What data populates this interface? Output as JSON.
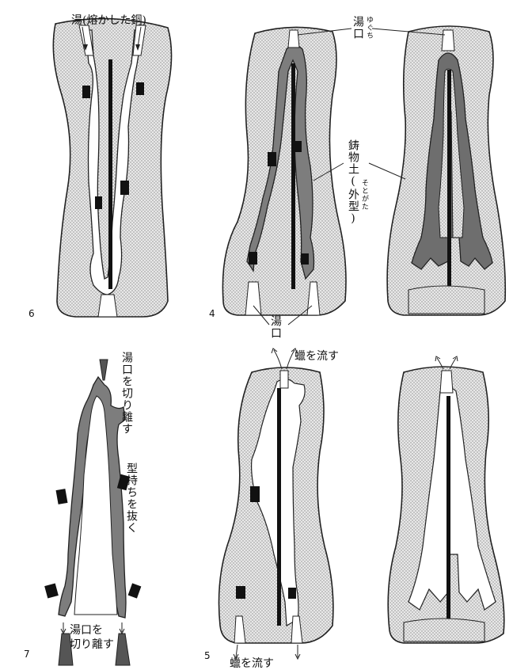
{
  "labels": {
    "molten_copper": "湯(熔かした銅)",
    "sprue_top": "湯口",
    "sprue_top_ruby": "ゆぐち",
    "mold_clay": "鋳物土(外型)",
    "mold_clay_ruby": "そとがた",
    "sprue_bottom": "湯口",
    "wax_flow_top": "蠟を流す",
    "wax_flow_bottom": "蠟を流す",
    "cut_sprue_top": "湯口を切り離す",
    "pull_supports": "型持ちを抜く",
    "cut_sprue_bottom_1": "湯口を",
    "cut_sprue_bottom_2": "切り離す"
  },
  "figure_numbers": {
    "fig4": "4",
    "fig5": "5",
    "fig6": "6",
    "fig7": "7"
  },
  "colors": {
    "mold_fill": "#dcdcdc",
    "mold_stroke": "#222222",
    "metal_fill": "#7d7d7d",
    "core_rod": "#111111",
    "cavity": "#ffffff"
  }
}
